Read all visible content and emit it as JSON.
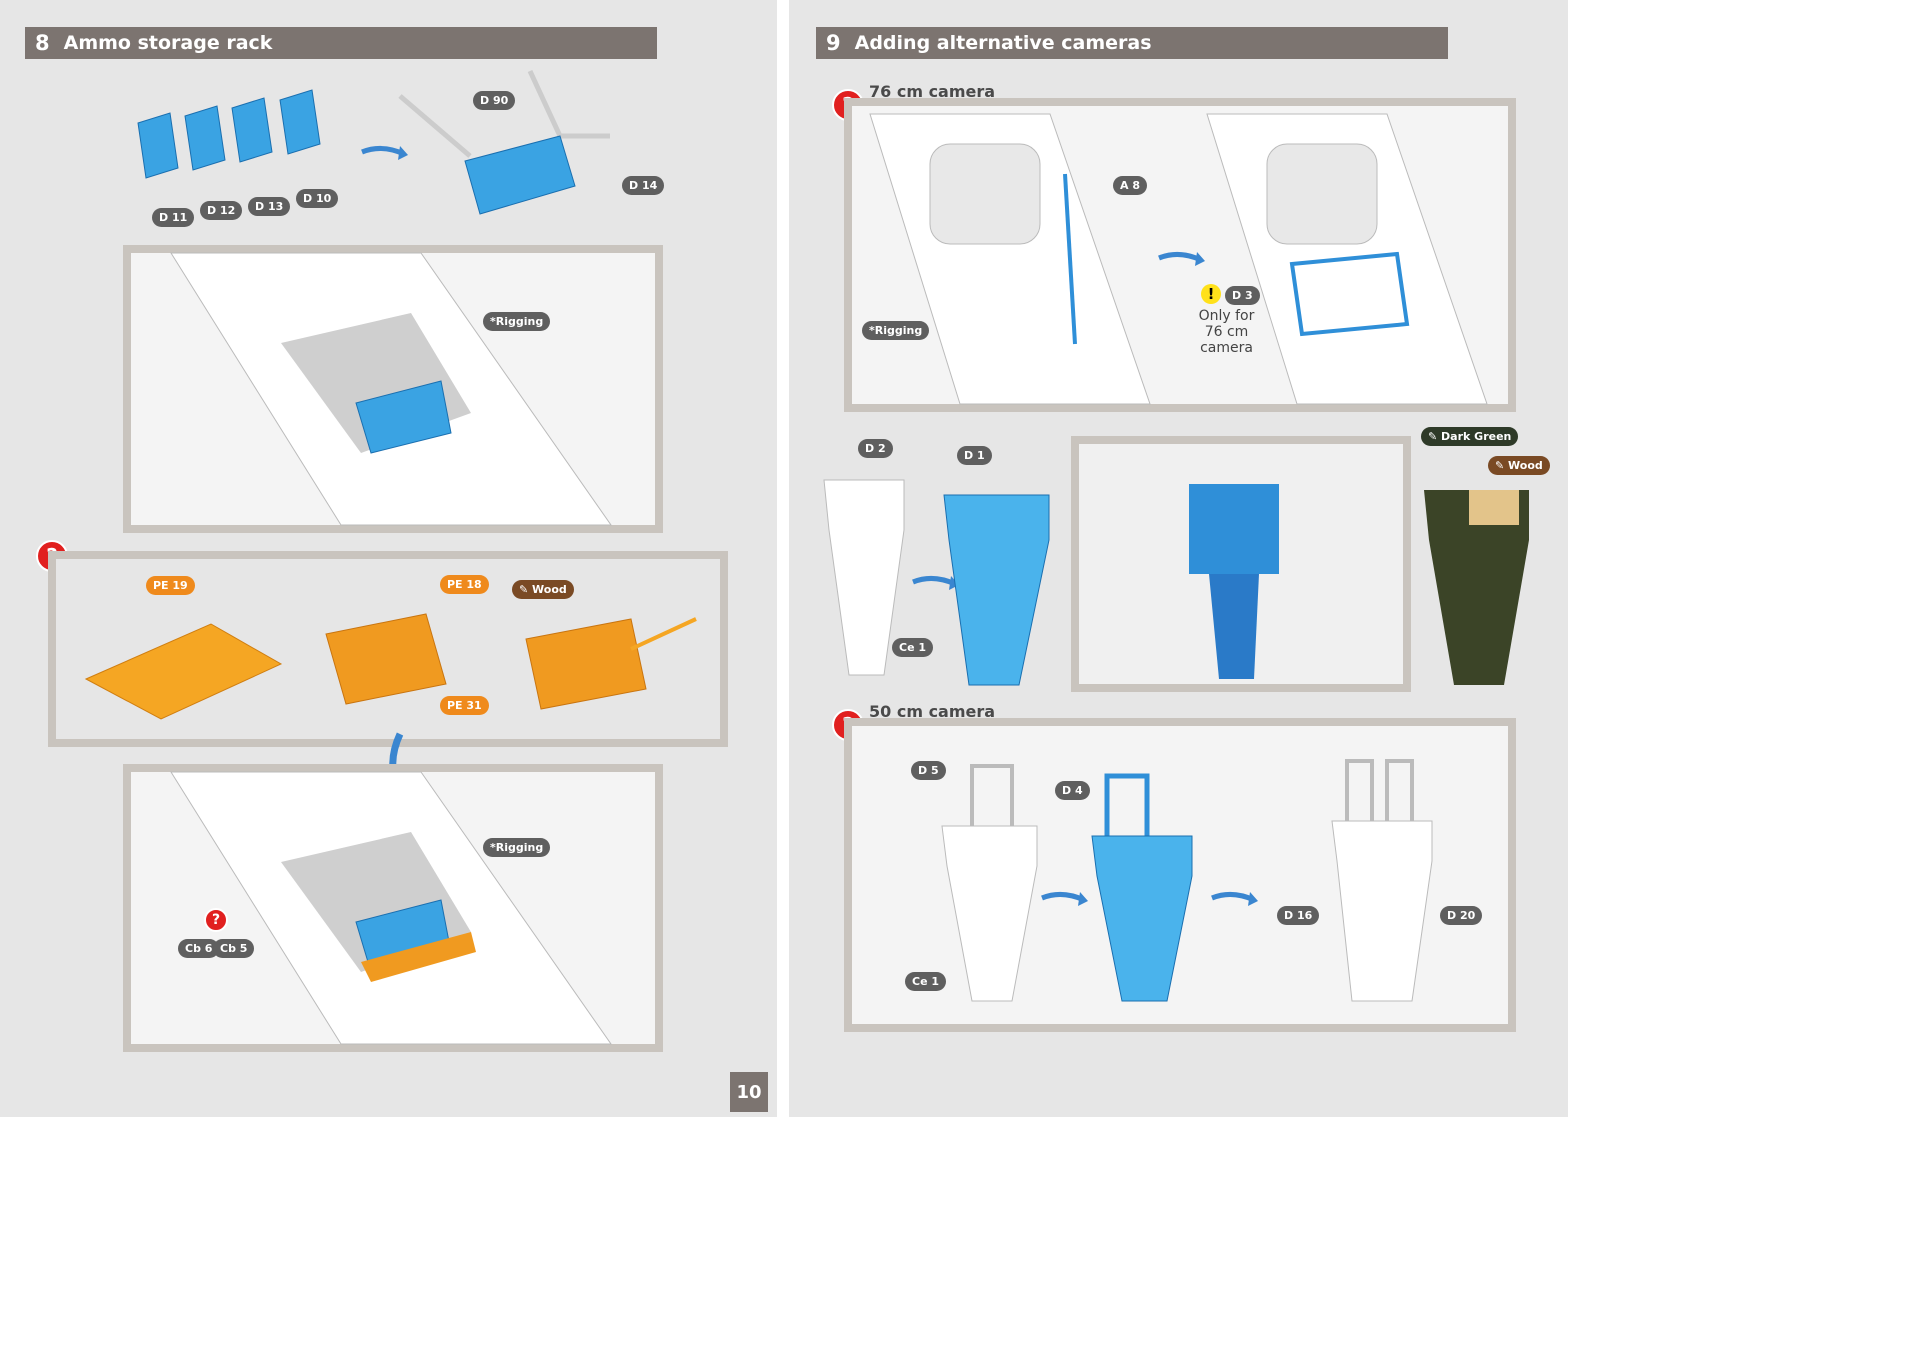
{
  "left": {
    "step_number": "8",
    "step_title": "Ammo storage rack",
    "parts": {
      "d11": "D 11",
      "d12": "D 12",
      "d13": "D 13",
      "d10": "D 10",
      "d90": "D 90",
      "d14": "D 14"
    },
    "rigging_1": "*Rigging",
    "rigging_2": "*Rigging",
    "pe19": "PE 19",
    "pe18": "PE 18",
    "pe31": "PE 31",
    "wood": "Wood",
    "cb6": "Cb 6",
    "cb5": "Cb 5",
    "page_number": "10"
  },
  "right": {
    "step_number": "9",
    "step_title": "Adding alternative cameras",
    "sub_76": "76 cm camera",
    "sub_50": "50 cm camera",
    "a8": "A 8",
    "rigging": "*Rigging",
    "d3": "D 3",
    "only_for": "Only for 76 cm camera",
    "d2": "D 2",
    "d1": "D 1",
    "ce1_a": "Ce 1",
    "dark_green": "Dark Green",
    "wood": "Wood",
    "d5": "D 5",
    "d4": "D 4",
    "ce1_b": "Ce 1",
    "d16": "D 16",
    "d20": "D 20"
  },
  "colors": {
    "accent_blue": "#2f8fd8",
    "orange": "#f5a623",
    "header": "#7c7470",
    "dark_green": "#3b4427",
    "alert": "#e1201f"
  },
  "icons": [
    "question-icon",
    "exclamation-icon",
    "paint-brush-icon",
    "arrow-icon",
    "fold-icon"
  ]
}
